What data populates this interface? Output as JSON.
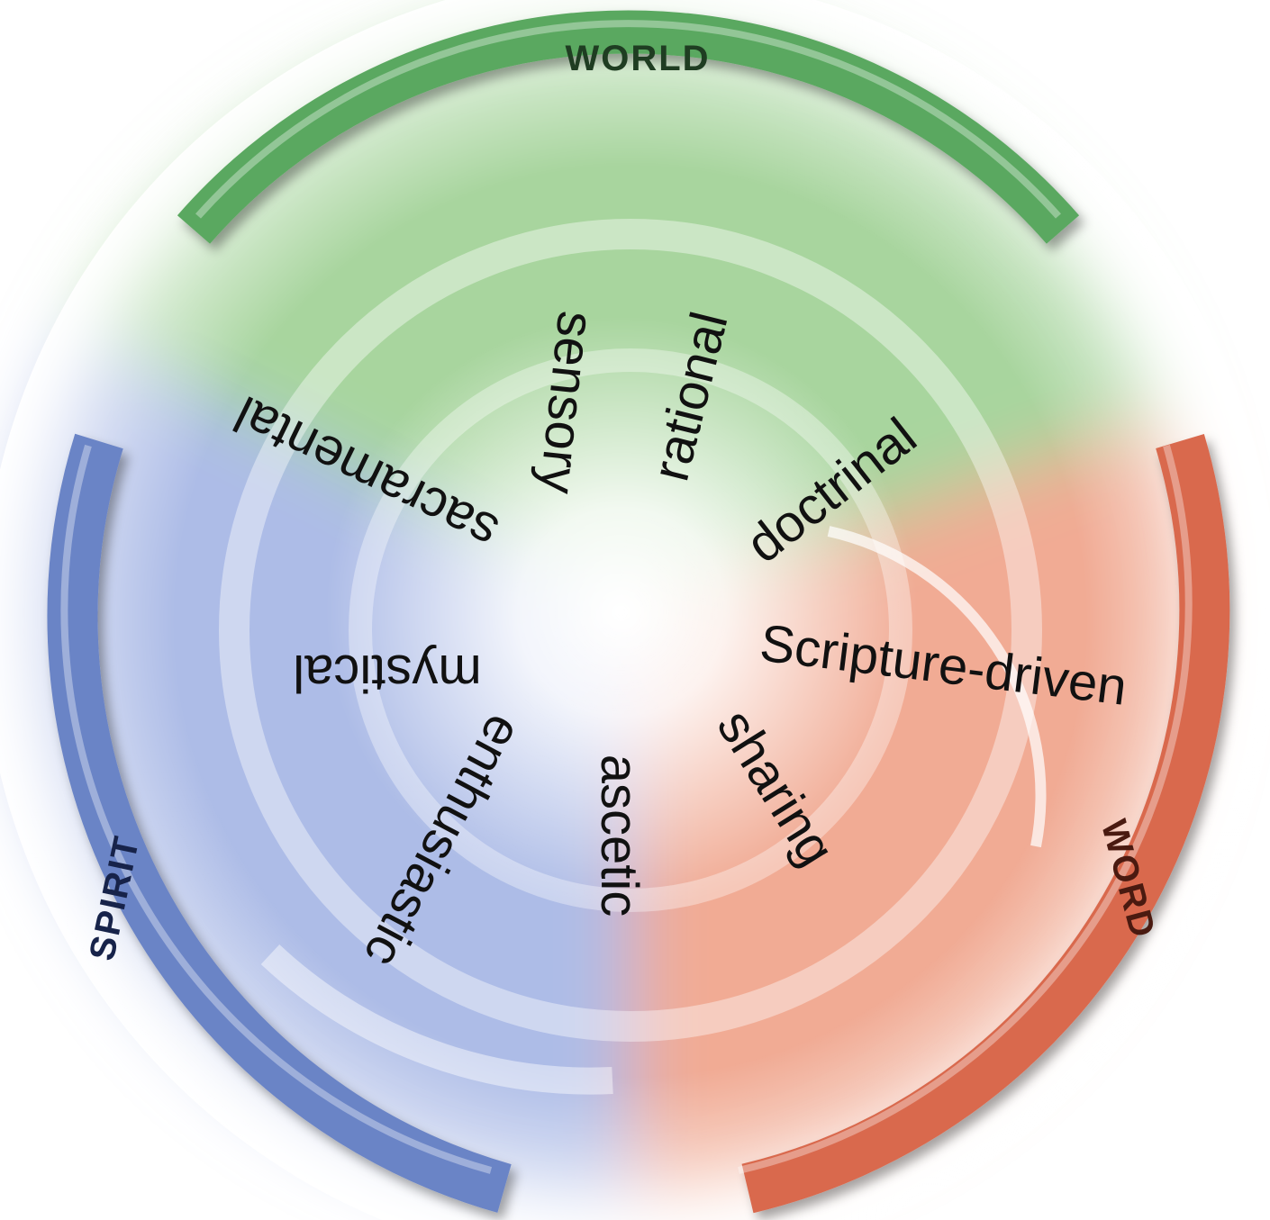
{
  "diagram": {
    "arcs": {
      "world": {
        "label": "WORLD",
        "color": "#5aa860"
      },
      "word": {
        "label": "WORD",
        "color": "#d9694e"
      },
      "spirit": {
        "label": "SPIRIT",
        "color": "#6b84c6"
      }
    },
    "spokes": {
      "sensory": "sensory",
      "rational": "rational",
      "doctrinal": "doctrinal",
      "scripture_driven": "Scripture-driven",
      "sharing": "sharing",
      "ascetic": "ascetic",
      "enthusiastic": "enthusiastic",
      "mystical": "mystical",
      "sacramental": "sacramental"
    }
  }
}
